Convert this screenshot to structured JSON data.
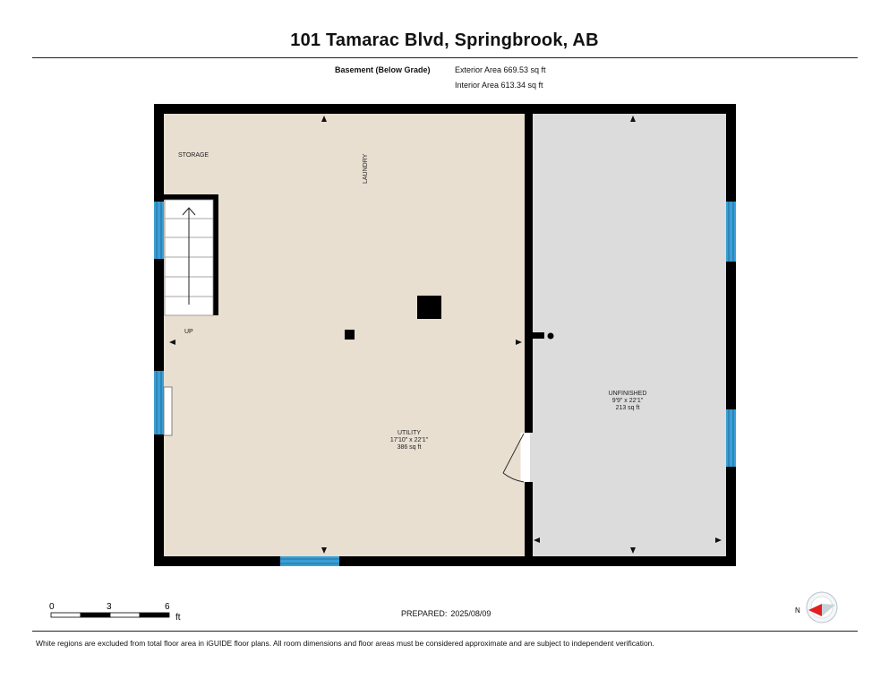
{
  "header": {
    "title": "101 Tamarac Blvd, Springbrook, AB"
  },
  "level": {
    "name": "Basement (Below Grade)",
    "exterior_area": "Exterior Area 669.53 sq ft",
    "interior_area": "Interior Area 613.34 sq ft"
  },
  "rooms": {
    "storage": {
      "name": "STORAGE"
    },
    "laundry": {
      "name": "LAUNDRY"
    },
    "stairs": {
      "name": "UP"
    },
    "utility": {
      "name": "UTILITY",
      "dimensions": "17'10\" x 22'1\"",
      "area": "386 sq ft"
    },
    "unfinished": {
      "name": "UNFINISHED",
      "dimensions": "9'9\" x 22'1\"",
      "area": "213 sq ft"
    }
  },
  "scale_bar": {
    "ticks": [
      "0",
      "3",
      "6"
    ],
    "unit": "ft"
  },
  "footer": {
    "prepared_label": "PREPARED:",
    "prepared_date": "2025/08/09",
    "disclaimer": "White regions are excluded from total floor area in iGUIDE floor plans. All room dimensions and floor areas must be considered approximate and are subject to independent verification."
  },
  "compass": {
    "north_label": "N",
    "icon": "compass-icon"
  },
  "colors": {
    "finished_floor": "#e8dfd1",
    "unfinished_floor": "#dcdcdc",
    "wall": "#000000",
    "window": "#3a9fd6",
    "compass_needle": "#e02020"
  }
}
